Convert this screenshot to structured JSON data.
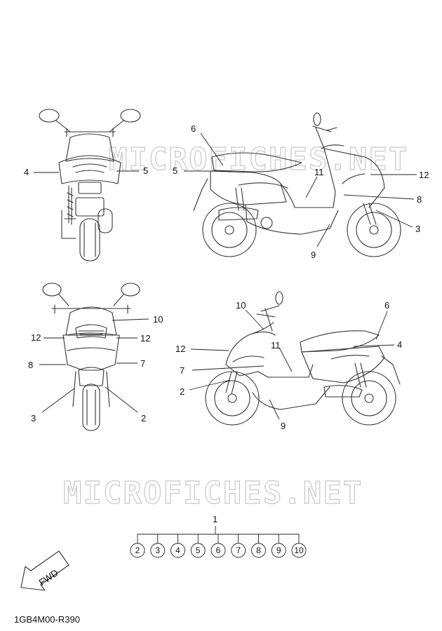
{
  "watermark": "MICROFICHES.NET",
  "reference_code": "1GB4M00-R390",
  "fwd_label": "FWD",
  "callouts": {
    "rear_view": [
      "4",
      "5"
    ],
    "right_side_view": [
      "6",
      "5",
      "11",
      "12",
      "8",
      "3",
      "9"
    ],
    "front_view": [
      "10",
      "12",
      "12",
      "8",
      "7",
      "3",
      "2"
    ],
    "left_side_view": [
      "10",
      "6",
      "4",
      "12",
      "11",
      "7",
      "2",
      "9"
    ]
  },
  "set_tree": {
    "parent": "1",
    "children": [
      "2",
      "3",
      "4",
      "5",
      "6",
      "7",
      "8",
      "9",
      "10"
    ]
  },
  "colors": {
    "line": "#333333",
    "watermark": "#c8c8c8",
    "background": "#ffffff"
  }
}
